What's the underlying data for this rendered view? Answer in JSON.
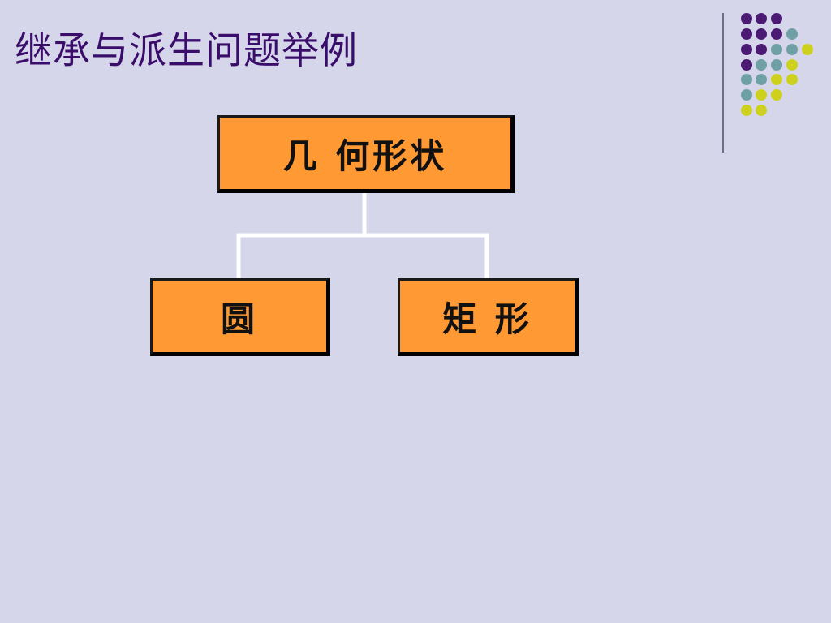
{
  "slide": {
    "title": "继承与派生问题举例"
  },
  "diagram": {
    "type": "hierarchy",
    "root": {
      "label": "几 何形状"
    },
    "children": [
      {
        "label": "圆"
      },
      {
        "label": "矩 形"
      }
    ]
  },
  "theme": {
    "background": "#D6D6EA",
    "title_color": "#3A0D6B",
    "node_fill": "#FF9933",
    "node_border": "#000000",
    "connector_color": "#FFFFFF",
    "dot_colors": {
      "purple": "#4B1A73",
      "teal": "#6FA0A6",
      "yellow": "#CDD11E"
    }
  }
}
